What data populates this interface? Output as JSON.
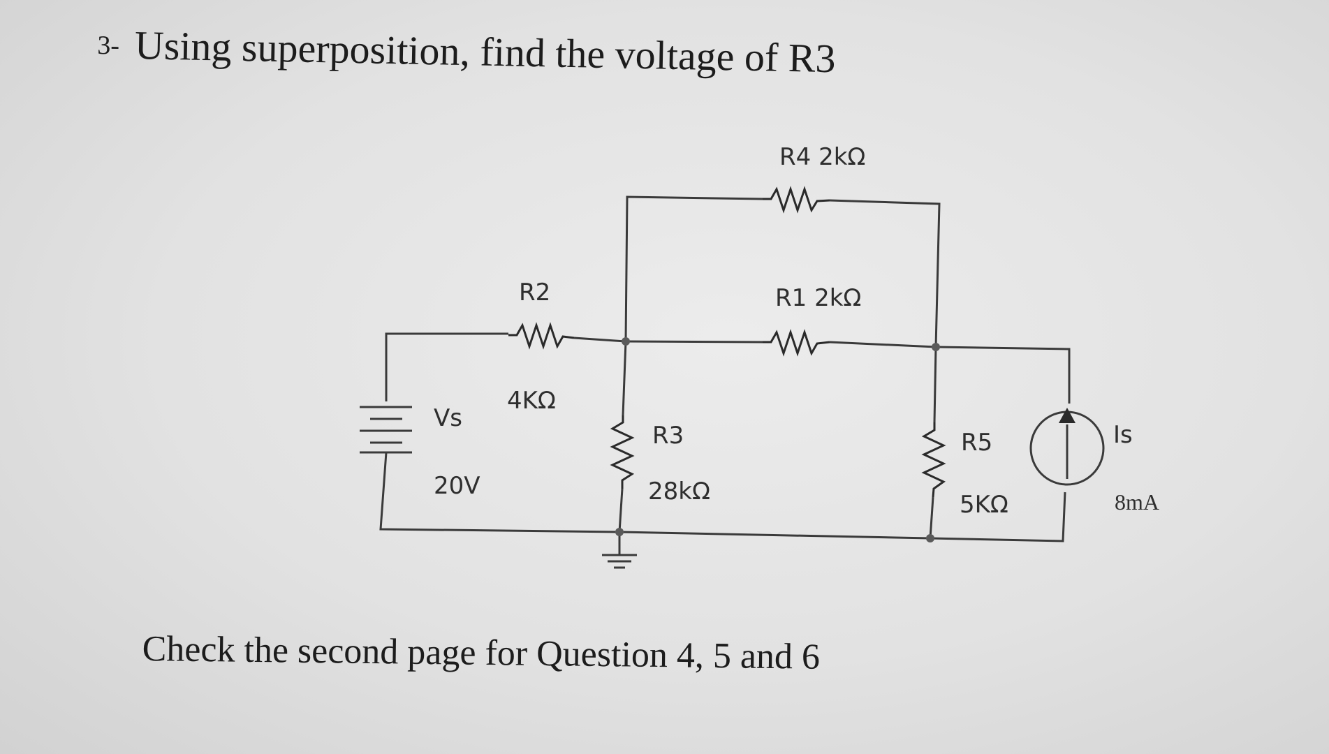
{
  "question": {
    "number": "3-",
    "text": "Using superposition, find the voltage of R3"
  },
  "circuit": {
    "source_v": {
      "name": "Vs",
      "value": "20V"
    },
    "r2": {
      "name": "R2",
      "value": "4KΩ"
    },
    "r1": {
      "name": "R1 2kΩ"
    },
    "r4": {
      "name": "R4 2kΩ"
    },
    "r3": {
      "name": "R3",
      "value": "28kΩ"
    },
    "r5": {
      "name": "R5",
      "value": "5KΩ"
    },
    "source_i": {
      "name": "Is",
      "value": "8mA"
    }
  },
  "footer": {
    "text": "Check the second page for Question 4, 5 and 6"
  }
}
